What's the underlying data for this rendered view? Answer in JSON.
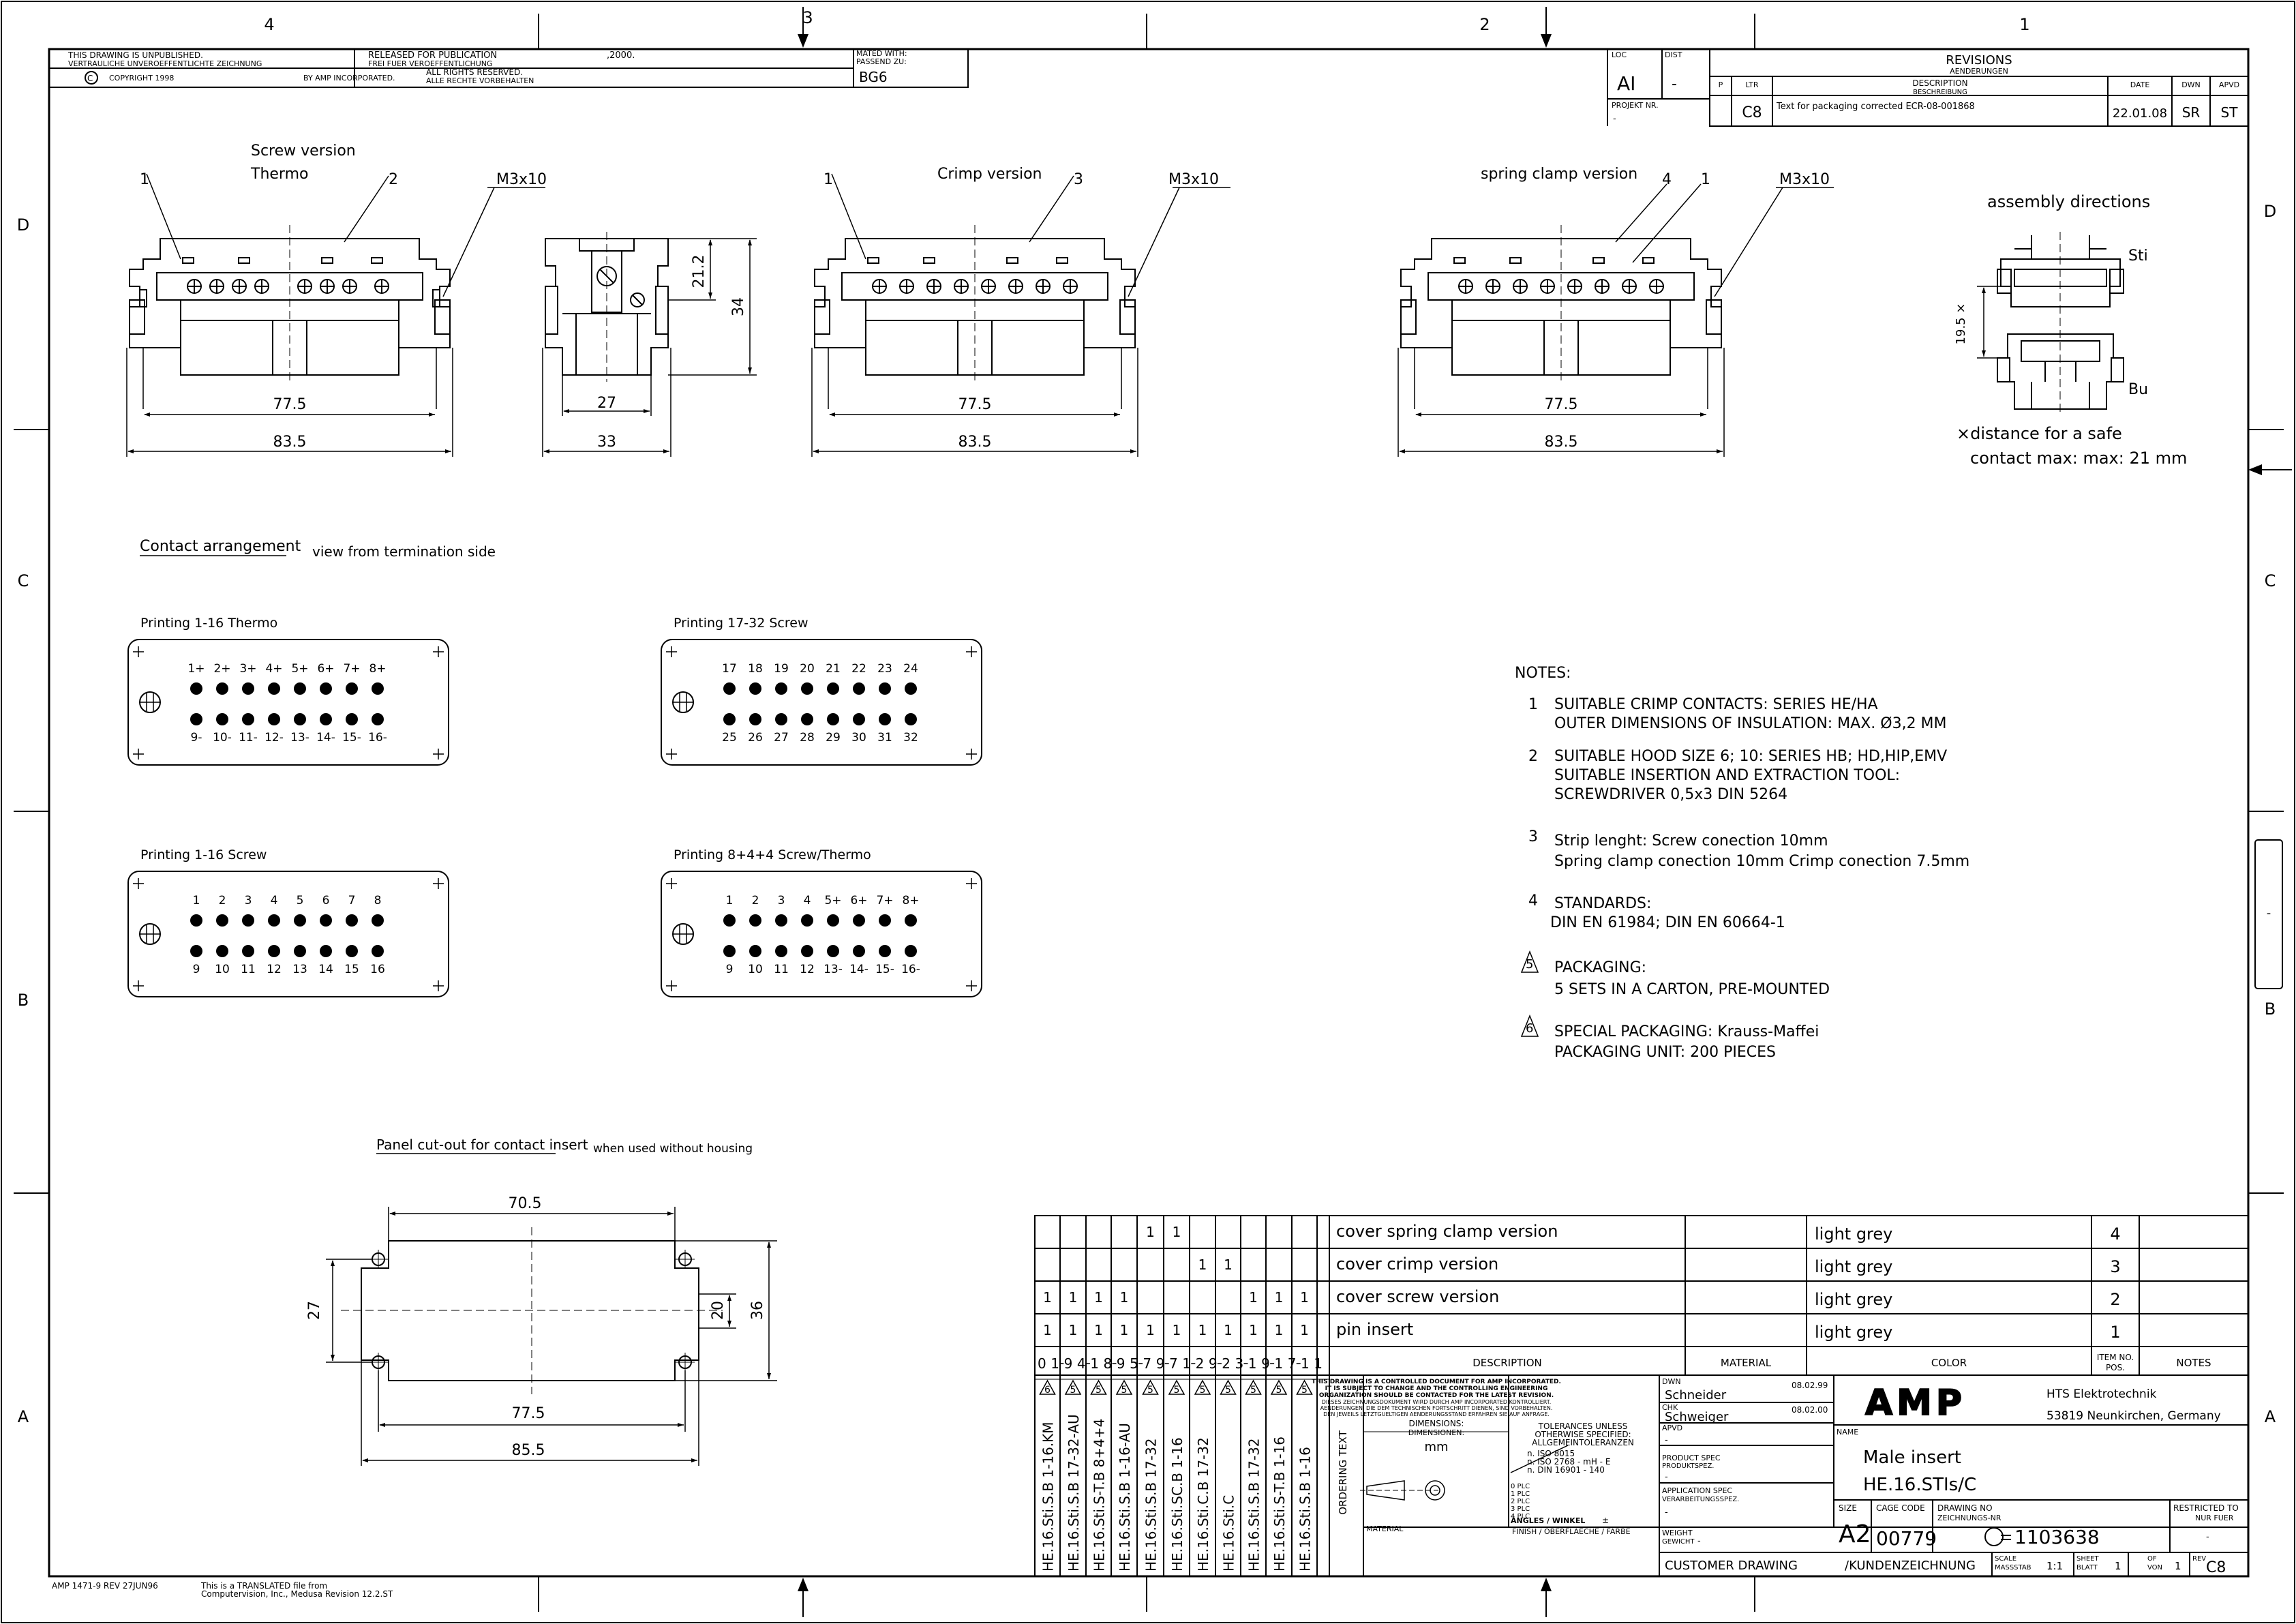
{
  "zones": {
    "top": [
      "4",
      "3",
      "2",
      "1"
    ],
    "left": [
      "D",
      "C",
      "B",
      "A"
    ],
    "right": [
      "D",
      "C",
      "B",
      "A"
    ]
  },
  "header": {
    "unpublished": "THIS DRAWING IS UNPUBLISHED.",
    "unpublished_de": "VERTRAULICHE UNVEROEFFENTLICHTE ZEICHNUNG",
    "copyright": "COPYRIGHT 1998",
    "released": "RELEASED FOR PUBLICATION",
    "released_year": ",2000.",
    "released_de": "FREI FUER VEROEFFENTLICHUNG",
    "by": "BY AMP INCORPORATED.",
    "rights": "ALL RIGHTS RESERVED.",
    "rights_de": "ALLE RECHTE VORBEHALTEN",
    "mated_label": "MATED WITH:",
    "mated_label_de": "PASSEND ZU:",
    "mated_value": "BG6"
  },
  "revisions": {
    "loc_label": "LOC",
    "loc_value": "AI",
    "dist_label": "DIST",
    "dist_value": "-",
    "projekt_label": "PROJEKT NR.",
    "projekt_value": "-",
    "title": "REVISIONS",
    "title_de": "AENDERUNGEN",
    "col_p": "P",
    "col_ltr": "LTR",
    "col_desc": "DESCRIPTION",
    "col_desc_de": "BESCHREIBUNG",
    "col_date": "DATE",
    "col_dwn": "DWN",
    "col_apvd": "APVD",
    "row_ltr": "C8",
    "row_desc": "Text for packaging corrected ECR-08-001868",
    "row_date": "22.01.08",
    "row_dwn": "SR",
    "row_apvd": "ST"
  },
  "views": {
    "screw_title1": "Screw version",
    "screw_title2": "Thermo",
    "crimp_title": "Crimp version",
    "spring_title": "spring clamp version",
    "m3": "M3x10",
    "d775": "77.5",
    "d835": "83.5",
    "d27": "27",
    "d33": "33",
    "d212": "21.2",
    "d34": "34",
    "n1": "1",
    "n2": "2",
    "n3": "3",
    "n4": "4"
  },
  "assembly": {
    "title": "assembly directions",
    "sti": "Sti",
    "bu": "Bu",
    "dim": "19.5 ×",
    "note1": "×distance for a safe",
    "note2": "contact max: max: 21 mm"
  },
  "contact": {
    "heading": "Contact arrangement",
    "sub": "view from termination side",
    "boxes": [
      {
        "title": "Printing 1-16 Thermo",
        "top": [
          "1+",
          "2+",
          "3+",
          "4+",
          "5+",
          "6+",
          "7+",
          "8+"
        ],
        "bottom": [
          "9-",
          "10-",
          "11-",
          "12-",
          "13-",
          "14-",
          "15-",
          "16-"
        ]
      },
      {
        "title": "Printing 17-32 Screw",
        "top": [
          "17",
          "18",
          "19",
          "20",
          "21",
          "22",
          "23",
          "24"
        ],
        "bottom": [
          "25",
          "26",
          "27",
          "28",
          "29",
          "30",
          "31",
          "32"
        ]
      },
      {
        "title": "Printing 1-16 Screw",
        "top": [
          "1",
          "2",
          "3",
          "4",
          "5",
          "6",
          "7",
          "8"
        ],
        "bottom": [
          "9",
          "10",
          "11",
          "12",
          "13",
          "14",
          "15",
          "16"
        ]
      },
      {
        "title": "Printing 8+4+4 Screw/Thermo",
        "top": [
          "1",
          "2",
          "3",
          "4",
          "5+",
          "6+",
          "7+",
          "8+"
        ],
        "bottom": [
          "9",
          "10",
          "11",
          "12",
          "13-",
          "14-",
          "15-",
          "16-"
        ]
      }
    ]
  },
  "notes": {
    "title": "NOTES:",
    "n1_num": "1",
    "n1_a": "SUITABLE CRIMP CONTACTS: SERIES HE/HA",
    "n1_b": "OUTER DIMENSIONS OF INSULATION: MAX. Ø3,2 MM",
    "n2_num": "2",
    "n2_a": "SUITABLE HOOD SIZE 6; 10: SERIES HB; HD,HIP,EMV",
    "n2_b": "SUITABLE INSERTION AND EXTRACTION TOOL:",
    "n2_c": "SCREWDRIVER 0,5x3 DIN 5264",
    "n3_num": "3",
    "n3_a": "Strip lenght: Screw conection 10mm",
    "n3_b": "Spring clamp conection 10mm Crimp conection 7.5mm",
    "n4_num": "4",
    "n4_a": "STANDARDS:",
    "n4_b": "DIN EN 61984; DIN EN 60664-1",
    "n5_num": "5",
    "n5_a": "PACKAGING:",
    "n5_b": "5 SETS IN A CARTON, PRE-MOUNTED",
    "n6_num": "6",
    "n6_a": "SPECIAL PACKAGING: Krauss-Maffei",
    "n6_b": "PACKAGING UNIT: 200 PIECES"
  },
  "panel": {
    "heading": "Panel cut-out for contact insert",
    "sub": "when used without housing",
    "d705": "70.5",
    "d27": "27",
    "d20": "20",
    "d36": "36",
    "d775": "77.5",
    "d855": "85.5"
  },
  "bom": {
    "rows": [
      {
        "qty": [
          "",
          "",
          "",
          "",
          "1",
          "1",
          "",
          "",
          "",
          "",
          "",
          ""
        ],
        "desc": "cover spring clamp version",
        "color": "light grey",
        "item": "4"
      },
      {
        "qty": [
          "",
          "",
          "",
          "",
          "",
          "",
          "1",
          "1",
          "",
          "",
          "",
          ""
        ],
        "desc": "cover crimp version",
        "color": "light grey",
        "item": "3"
      },
      {
        "qty": [
          "1",
          "1",
          "1",
          "1",
          "",
          "",
          "",
          "",
          "1",
          "1",
          "1",
          ""
        ],
        "desc": "cover screw version",
        "color": "light grey",
        "item": "2"
      },
      {
        "qty": [
          "1",
          "1",
          "1",
          "1",
          "1",
          "1",
          "1",
          "1",
          "1",
          "1",
          "1",
          ""
        ],
        "desc": "pin insert",
        "color": "light grey",
        "item": "1"
      }
    ],
    "dash_codes": [
      "0",
      "1",
      "9",
      "4",
      "1",
      "8",
      "9",
      "5",
      "7",
      "9",
      "7",
      "1",
      "2",
      "9",
      "2",
      "3",
      "1",
      "9",
      "1",
      "7",
      "1",
      "1"
    ],
    "col_desc": "DESCRIPTION",
    "col_material": "MATERIAL",
    "col_color": "COLOR",
    "col_item": "ITEM NO.",
    "col_item2": "POS.",
    "col_notes": "NOTES",
    "flags": [
      "6",
      "5",
      "5",
      "5",
      "5",
      "5",
      "5",
      "5",
      "5",
      "5",
      "5"
    ],
    "parts": [
      "HE.16.Sti.S.B 1-16.KM",
      "HE.16.Sti.S.B 17-32-AU",
      "HE.16.Sti.S-T.B 8+4+4",
      "HE.16.Sti.S.B 1-16-AU",
      "HE.16.Sti.S.B 17-32",
      "HE.16.Sti.SC.B 1-16",
      "HE.16.Sti.C.B 17-32",
      "HE.16.Sti.C",
      "HE.16.Sti.S.B 17-32",
      "HE.16.Sti.S-T.B 1-16",
      "HE.16.Sti.S.B 1-16"
    ],
    "ordering": "ORDERING TEXT"
  },
  "title_block": {
    "ctrl1": "THIS DRAWING IS A CONTROLLED DOCUMENT FOR AMP INCORPORATED.",
    "ctrl2": "IT IS SUBJECT TO CHANGE AND THE CONTROLLING ENGINEERING",
    "ctrl3": "ORGANIZATION SHOULD BE CONTACTED FOR THE LATEST REVISION.",
    "ctrl4": "DIESES ZEICHNUNGSDOKUMENT WIRD DURCH AMP INCORPORATED KONTROLLIERT.",
    "ctrl5": "AENDERUNGEN, DIE DEM TECHNISCHEN FORTSCHRITT DIENEN, SIND VORBEHALTEN.",
    "ctrl6": "DEN JEWEILS LETZTGUELTIGEN AENDERUNGSSTAND ERFAHREN SIE AUF ANFRAGE.",
    "dims": "DIMENSIONS:",
    "dims_de": "DIMENSIONEN:",
    "unit": "mm",
    "tol1": "TOLERANCES UNLESS",
    "tol2": "OTHERWISE SPECIFIED:",
    "tol3": "ALLGEMEINTOLERANZEN",
    "iso1": "n. ISO 8015",
    "iso2": "n. ISO 2768 - mH - E",
    "iso3": "n. DIN 16901 - 140",
    "plc0": "0 PLC",
    "plc1": "1 PLC",
    "plc2": "2 PLC",
    "plc3": "3 PLC",
    "plc4": "4 PLC",
    "angles": "ANGLES / WINKEL",
    "angles_val": "±",
    "material": "MATERIAL",
    "finish": "FINISH / OBERFLAECHE / FARBE",
    "dwn_label": "DWN",
    "dwn_name": "Schneider",
    "dwn_date": "08.02.99",
    "chk_label": "CHK",
    "chk_name": "Schweiger",
    "chk_date": "08.02.00",
    "apvd_label": "APVD",
    "apvd_value": "-",
    "product_spec": "PRODUCT SPEC",
    "product_spec_de": "PRODUKTSPEZ.",
    "product_spec_val": "-",
    "application_spec": "APPLICATION SPEC",
    "application_spec_de": "VERARBEITUNGSSPEZ.",
    "application_spec_val": "-",
    "weight": "WEIGHT",
    "weight_de": "GEWICHT",
    "weight_val": "-",
    "logo": "AMP",
    "company": "HTS Elektrotechnik",
    "address": "53819 Neunkirchen, Germany",
    "name_label": "NAME",
    "name1": "Male insert",
    "name2": "HE.16.STIs/C",
    "size_label": "SIZE",
    "size_val": "A2",
    "cage_label": "CAGE CODE",
    "cage_val": "00779",
    "dwg_label": "DRAWING NO",
    "dwg_label_de": "ZEICHNUNGS-NR",
    "dwg_val": "1103638",
    "restricted": "RESTRICTED TO",
    "restricted_de": "NUR FUER",
    "restricted_val": "-",
    "customer": "CUSTOMER DRAWING",
    "kunden": "/KUNDENZEICHNUNG",
    "scale_label": "SCALE",
    "scale_de": "MASSSTAB",
    "scale_val": "1:1",
    "sheet_label": "SHEET",
    "sheet_de": "BLATT",
    "sheet_val": "1",
    "of_label": "OF",
    "of_de": "VON",
    "of_val": "1",
    "rev_label": "REV",
    "rev_val": "C8"
  },
  "footer": {
    "form": "AMP 1471-9 REV 27JUN96",
    "translated1": "This is a TRANSLATED file from",
    "translated2": "Computervision, Inc., Medusa Revision 12.2.ST"
  }
}
